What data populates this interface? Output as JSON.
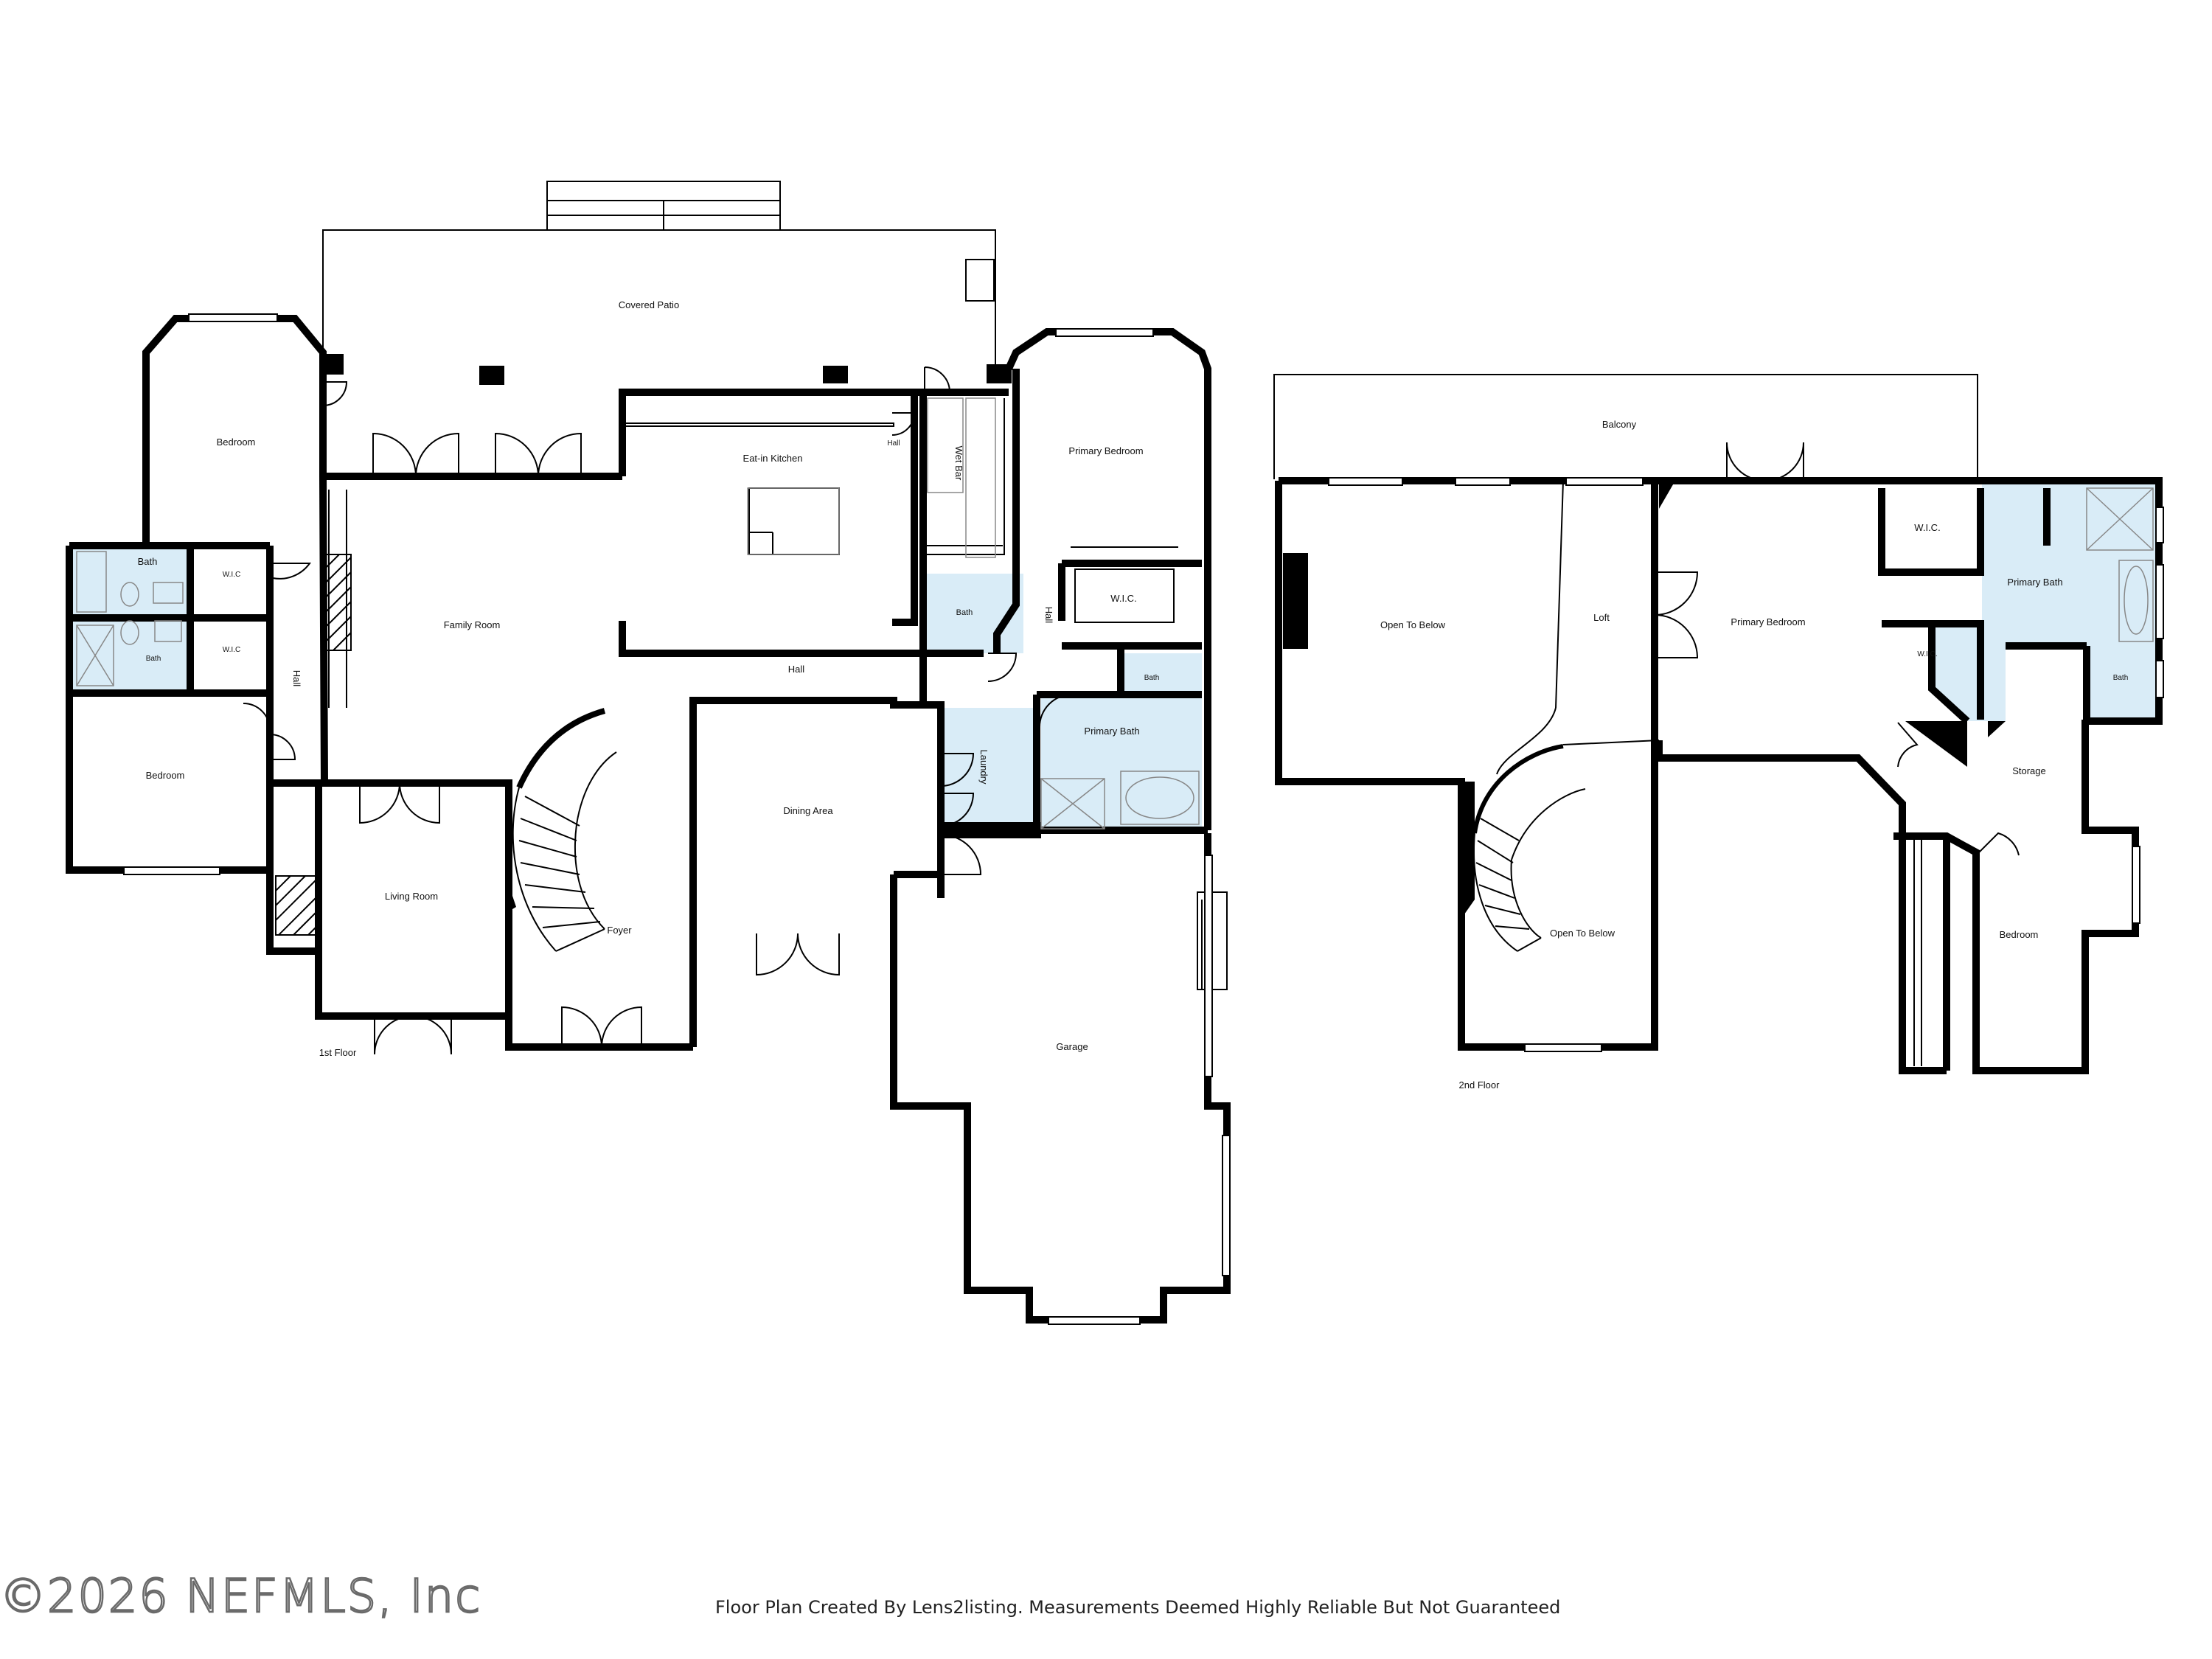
{
  "floors": [
    {
      "name": "1st Floor",
      "rooms": [
        {
          "label": "Covered Patio"
        },
        {
          "label": "Bedroom"
        },
        {
          "label": "Eat-in Kitchen"
        },
        {
          "label": "Hall"
        },
        {
          "label": "Wet Bar"
        },
        {
          "label": "Primary Bedroom"
        },
        {
          "label": "Bath"
        },
        {
          "label": "W.I.C"
        },
        {
          "label": "Bath"
        },
        {
          "label": "W.I.C"
        },
        {
          "label": "Hall"
        },
        {
          "label": "Family Room"
        },
        {
          "label": "Bath"
        },
        {
          "label": "Hall"
        },
        {
          "label": "W.I.C."
        },
        {
          "label": "Hall"
        },
        {
          "label": "Bath"
        },
        {
          "label": "Bedroom"
        },
        {
          "label": "Laundry"
        },
        {
          "label": "Primary Bath"
        },
        {
          "label": "Dining Area"
        },
        {
          "label": "Living Room"
        },
        {
          "label": "Foyer"
        },
        {
          "label": "Garage"
        }
      ]
    },
    {
      "name": "2nd Floor",
      "rooms": [
        {
          "label": "Balcony"
        },
        {
          "label": "Open To Below"
        },
        {
          "label": "Loft"
        },
        {
          "label": "Primary Bedroom"
        },
        {
          "label": "W.I.C."
        },
        {
          "label": "Primary Bath"
        },
        {
          "label": "W.I.C."
        },
        {
          "label": "Bath"
        },
        {
          "label": "Storage"
        },
        {
          "label": "Open To Below"
        },
        {
          "label": "Bedroom"
        }
      ]
    }
  ],
  "caption": "Floor Plan Created By Lens2listing. Measurements Deemed Highly Reliable But Not Guaranteed",
  "watermark": "©2026 NEFMLS, Inc",
  "colors": {
    "wall": "#000000",
    "bath_fill": "#d9ecf7",
    "fixture": "#888888"
  }
}
